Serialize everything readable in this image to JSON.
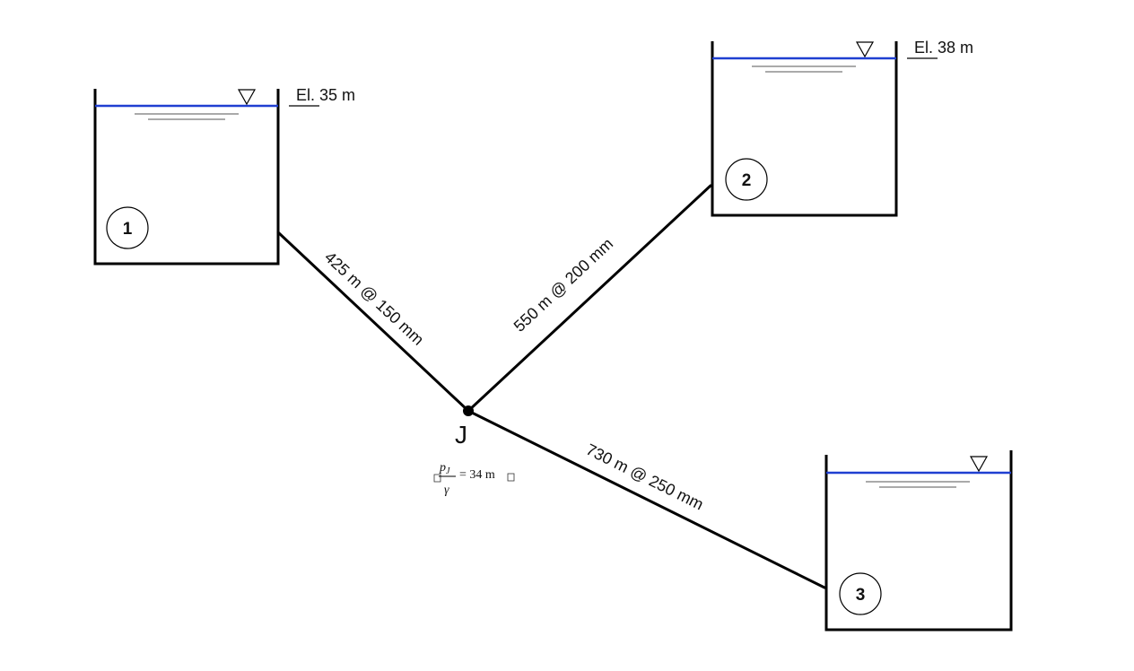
{
  "reservoirs": [
    {
      "number": "1",
      "elevation_label": "El. 35 m"
    },
    {
      "number": "2",
      "elevation_label": "El. 38 m"
    },
    {
      "number": "3",
      "elevation_label": ""
    }
  ],
  "pipes": [
    {
      "label": "425 m @ 150 mm"
    },
    {
      "label": "550 m @ 200 mm"
    },
    {
      "label": "730 m @ 250 mm"
    }
  ],
  "junction": {
    "name": "J",
    "pressure_numerator": "p",
    "pressure_subscript": "J",
    "pressure_denominator": "γ",
    "pressure_value": "= 34 m"
  },
  "colors": {
    "water_surface": "#1f3fd1",
    "lines": "#000000"
  },
  "icons": {
    "water_level": "triangle-down-icon",
    "node": "filled-circle-icon"
  }
}
